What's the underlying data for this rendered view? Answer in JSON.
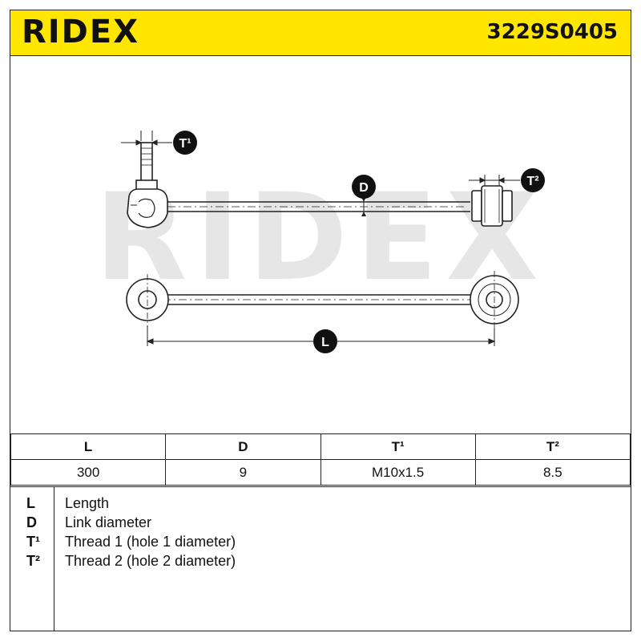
{
  "header": {
    "brand": "RIDEX",
    "part_number": "3229S0405"
  },
  "drawing": {
    "watermark": "RIDEX",
    "labels": {
      "t1": "T¹",
      "t2": "T²",
      "d": "D",
      "l": "L"
    }
  },
  "spec_table": {
    "headers": [
      "L",
      "D",
      "T¹",
      "T²"
    ],
    "values": [
      "300",
      "9",
      "M10x1.5",
      "8.5"
    ]
  },
  "legend": [
    {
      "symbol": "L",
      "description": "Length"
    },
    {
      "symbol": "D",
      "description": "Link diameter"
    },
    {
      "symbol": "T¹",
      "description": "Thread 1 (hole 1 diameter)"
    },
    {
      "symbol": "T²",
      "description": "Thread 2 (hole 2 diameter)"
    }
  ],
  "colors": {
    "brand_yellow": "#ffe600",
    "callout_black": "#111111",
    "line": "#222222",
    "watermark": "#e6e6e6"
  }
}
